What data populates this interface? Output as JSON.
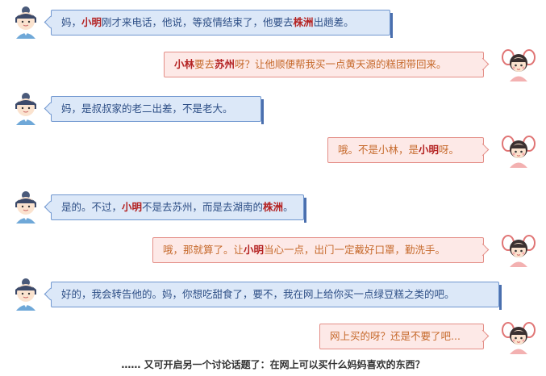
{
  "messages": [
    {
      "side": "left",
      "segments": [
        "妈，",
        "小明",
        "刚才来电话，他说，等疫情结束了，他要去",
        "株洲",
        "出趟差。"
      ]
    },
    {
      "side": "right",
      "segments": [
        "小林",
        "要去",
        "苏州",
        "呀？让他顺便帮我买一点黄天源的糕团带回来。"
      ]
    },
    {
      "side": "left",
      "segments": [
        "妈，是叔叔家的老二出差，不是老大。"
      ]
    },
    {
      "side": "right",
      "segments": [
        "哦。不是小林，是",
        "小明",
        "呀。"
      ]
    },
    {
      "side": "left",
      "segments": [
        "是的。不过，",
        "小明",
        "不是去苏州，而是去湖南的",
        "株洲",
        "。"
      ]
    },
    {
      "side": "right",
      "segments": [
        "哦，那就算了。让",
        "小明",
        "当心一点，出门一定戴好口罩，勤洗手。"
      ]
    },
    {
      "side": "left",
      "segments": [
        "好的，我会转告他的。妈，你想吃甜食了，要不，我在网上给你买一点绿豆糕之类的吧。"
      ]
    },
    {
      "side": "right",
      "segments": [
        "网上买的呀？还是不要了吧..."
      ]
    }
  ],
  "footer": "…… 又可开启另一个讨论话题了：在网上可以买什么妈妈喜欢的东西？"
}
